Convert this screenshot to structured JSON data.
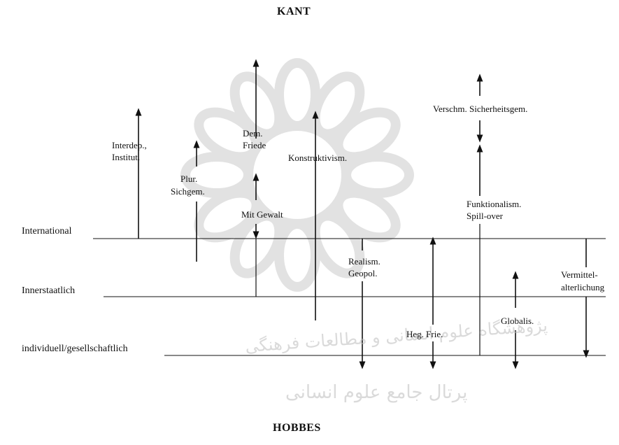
{
  "top_label": "KANT",
  "bottom_label": "HOBBES",
  "levels": {
    "international": "International",
    "innerstaatlich": "Innerstaatlich",
    "individuell": "individuell/gesellschaftlich"
  },
  "labels": {
    "interdep_1": "Interdep.,",
    "interdep_2": "Institut.",
    "plur_1": "Plur.",
    "plur_2": "Sichgem.",
    "dem_1": "Dem.",
    "dem_2": "Friede",
    "mit_gewalt": "Mit Gewalt",
    "konstruktivism": "Konstruktivism.",
    "verschm": "Verschm. Sicherheitsgem.",
    "funkt_1": "Funktionalism.",
    "funkt_2": "Spill-over",
    "realism_1": "Realism.",
    "realism_2": "Geopol.",
    "heg": "Heg. Frie.",
    "globalis": "Globalis.",
    "vermittel_1": "Vermittel-",
    "vermittel_2": "alterlichung"
  },
  "watermark": {
    "line1": "پژوهشگاه علوم انسانی و مطالعات فرهنگی",
    "line2": "پرتال جامع علوم انسانی",
    "ornament": "rosette"
  },
  "colors": {
    "ink": "#111111",
    "watermark": "#c4c4c4"
  }
}
